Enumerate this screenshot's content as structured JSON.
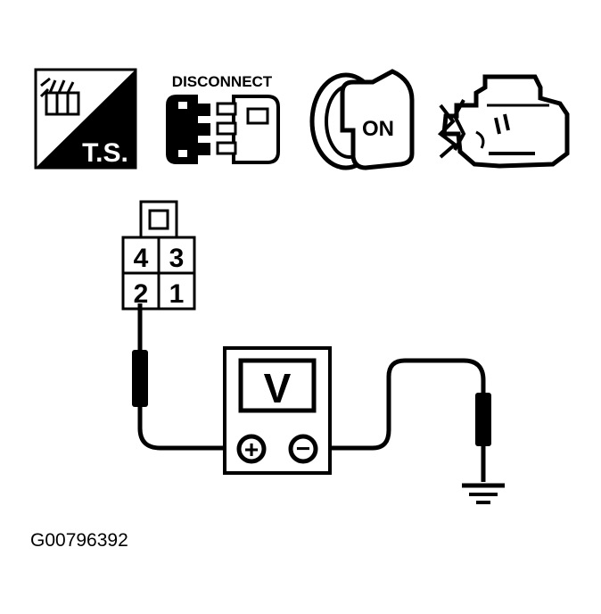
{
  "icons": {
    "ts": {
      "label": "T.S.",
      "icon": "troubleshooting-icon"
    },
    "disconnect": {
      "label": "DISCONNECT",
      "icon": "connector-disconnect-icon"
    },
    "ignition": {
      "label": "ON",
      "icon": "ignition-key-icon"
    },
    "engine": {
      "icon": "engine-icon"
    }
  },
  "connector": {
    "pins": {
      "p1": "1",
      "p2": "2",
      "p3": "3",
      "p4": "4"
    }
  },
  "meter": {
    "display": "V",
    "positive_symbol": "+",
    "negative_symbol": "−"
  },
  "figure_code": "G00796392",
  "colors": {
    "ink": "#000000",
    "paper": "#ffffff"
  }
}
